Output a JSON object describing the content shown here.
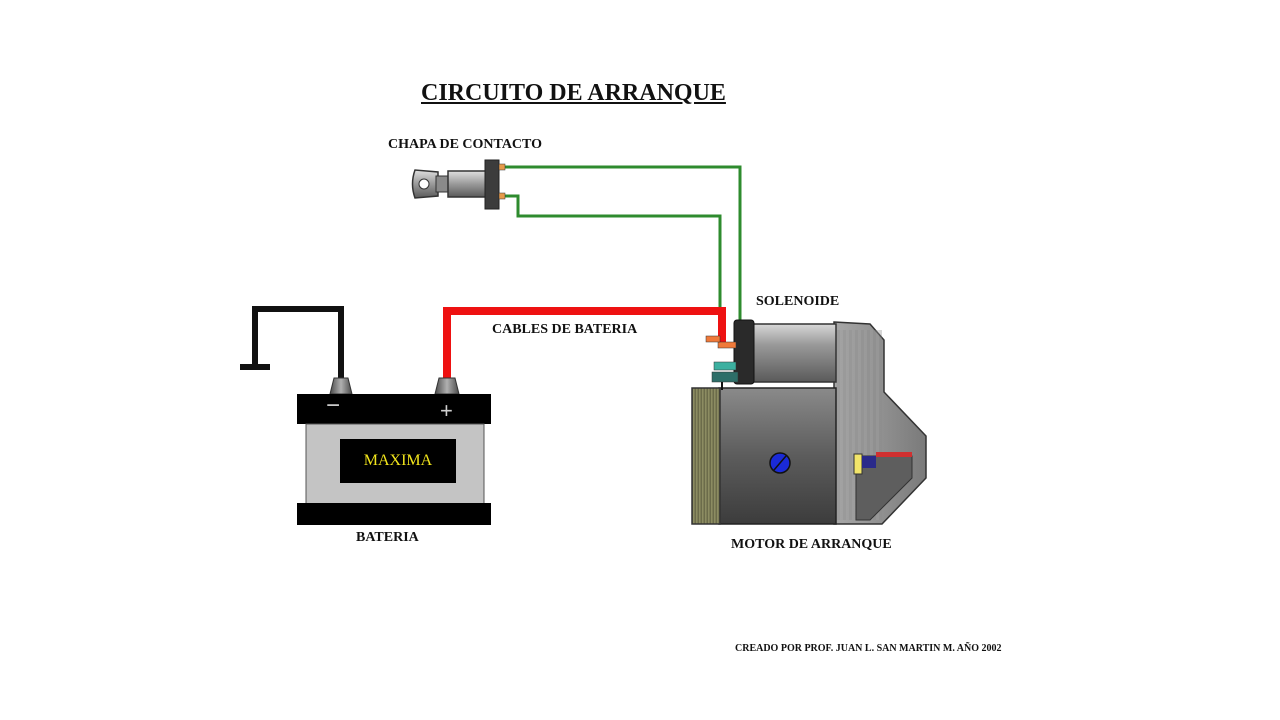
{
  "title": "CIRCUITO DE ARRANQUE",
  "labels": {
    "ignition_switch": "CHAPA DE CONTACTO",
    "battery_cables": "CABLES DE BATERIA",
    "solenoid": "SOLENOIDE",
    "battery": "BATERIA",
    "starter_motor": "MOTOR DE ARRANQUE"
  },
  "battery": {
    "brand": "MAXIMA",
    "negative_symbol": "−",
    "positive_symbol": "+"
  },
  "credit": "CREADO POR PROF. JUAN L. SAN MARTIN M.   AÑO  2002",
  "colors": {
    "positive_cable": "#ee1111",
    "ground_cable": "#111111",
    "control_wire": "#2e8b2e",
    "battery_body": "#c4c4c4",
    "battery_caps": "#000000",
    "motor_body": "#6e6e6e",
    "label_text": "#f2e51c"
  }
}
